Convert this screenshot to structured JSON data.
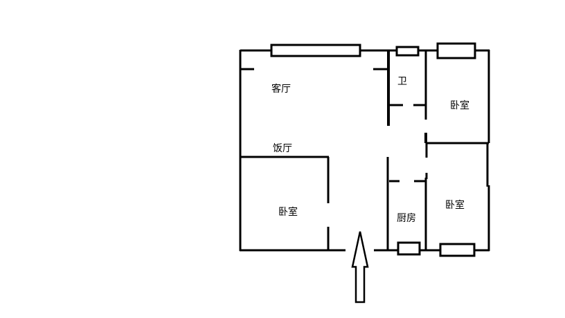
{
  "rooms": {
    "living_room": "客厅",
    "dining_room": "饭厅",
    "bedroom_left": "卧室",
    "bathroom": "卫",
    "bedroom_top_right": "卧室",
    "kitchen": "厨房",
    "bedroom_bottom_right": "卧室"
  },
  "colors": {
    "line": "#000000",
    "background": "#ffffff"
  }
}
